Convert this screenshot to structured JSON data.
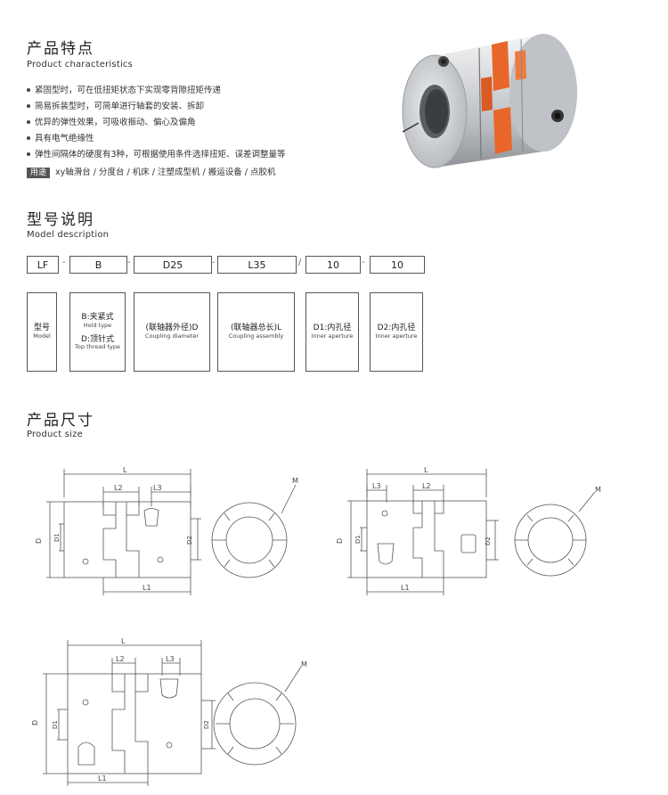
{
  "features": {
    "title_cn": "产品特点",
    "title_en": "Product characteristics",
    "items": [
      "紧固型时，可在低扭矩状态下实现零背隙扭矩传递",
      "简易拆装型时，可简单进行轴套的安装、拆卸",
      "优异的弹性效果，可吸收振动、偏心及偏角",
      "具有电气绝缘性",
      "弹性间隔体的硬度有3种，可根据使用条件选择扭矩、误差调整量等"
    ],
    "usage_label": "用途",
    "usage_text": "xy轴滑台 / 分度台 / 机床 / 注塑成型机 / 搬运设备 / 点胶机"
  },
  "model": {
    "title_cn": "型号说明",
    "title_en": "Model description",
    "codes": [
      "LF",
      "B",
      "D25",
      "L35",
      "10",
      "10"
    ],
    "separators": [
      "-",
      "-",
      "-",
      "/",
      "-"
    ],
    "descriptions": [
      {
        "cn": "型号",
        "en": "Model"
      },
      {
        "cn": "B:夹紧式",
        "en": "Hold type",
        "cn2": "D:顶针式",
        "en2": "Top thread type"
      },
      {
        "cn": "(联轴器外径)D",
        "en": "Coupling diameter"
      },
      {
        "cn": "(联轴器总长)L",
        "en": "Coupling assembly"
      },
      {
        "cn": "D1:内孔径",
        "en": "Inner aperture"
      },
      {
        "cn": "D2:内孔径",
        "en": "Inner aperture"
      }
    ]
  },
  "size": {
    "title_cn": "产品尺寸",
    "title_en": "Product size",
    "dim_labels": {
      "L": "L",
      "L1": "L1",
      "L2": "L2",
      "L3": "L3",
      "D": "D",
      "D1": "D1",
      "D2": "D2",
      "M": "M"
    }
  },
  "colors": {
    "spider": "#e8662a",
    "body": "#c9ccd0",
    "line": "#555555"
  }
}
